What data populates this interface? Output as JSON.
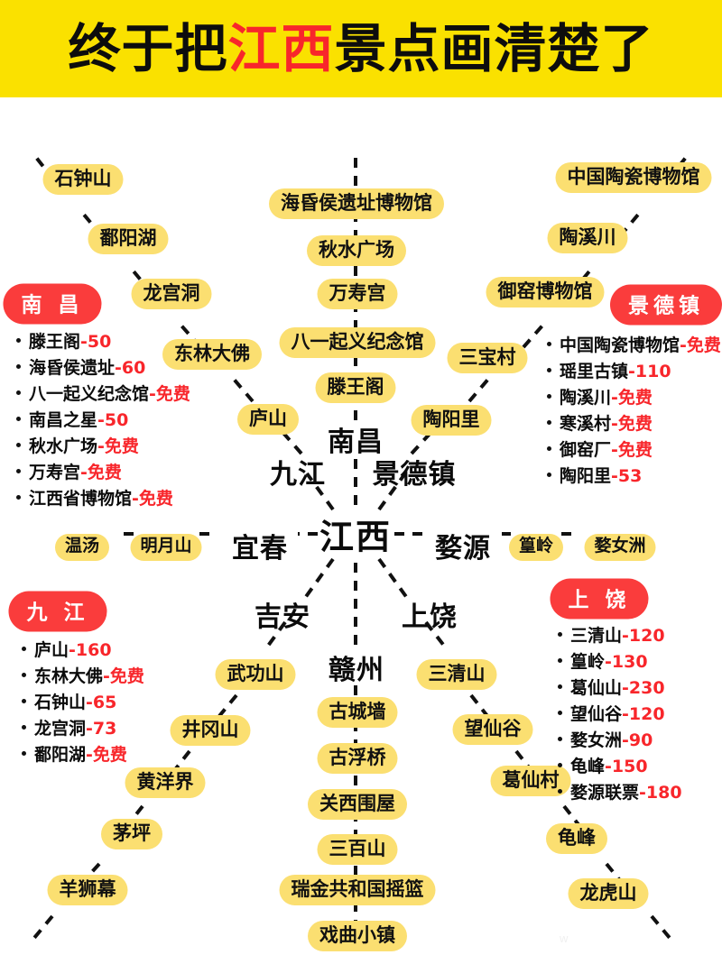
{
  "banner": {
    "title_parts": [
      {
        "text": "终于把",
        "highlight": false
      },
      {
        "text": "江西",
        "highlight": true
      },
      {
        "text": "景点画清楚了",
        "highlight": false
      }
    ],
    "full_title": "终于把江西景点画清楚了",
    "background_color": "#FAE100",
    "highlight_color": "#F8262B"
  },
  "colors": {
    "pill_yellow": "#FBDF71",
    "badge_red": "#FA3C3C",
    "price_red": "#F8262B",
    "text_black": "#0B0B0B",
    "page_background": "#FFFFFF"
  },
  "hub": {
    "label": "江西"
  },
  "cities": [
    {
      "id": "nanchang",
      "label": "南昌"
    },
    {
      "id": "jiujiang",
      "label": "九江"
    },
    {
      "id": "jingdezhen",
      "label": "景德镇"
    },
    {
      "id": "yichun",
      "label": "宜春"
    },
    {
      "id": "wuyuan",
      "label": "婺源"
    },
    {
      "id": "jian",
      "label": "吉安"
    },
    {
      "id": "ganzhou",
      "label": "赣州"
    },
    {
      "id": "shangrao",
      "label": "上饶"
    }
  ],
  "spots": {
    "nanchang": [
      "海昏侯遗址博物馆",
      "秋水广场",
      "万寿宫",
      "八一起义纪念馆",
      "滕王阁"
    ],
    "jiujiang": [
      "石钟山",
      "鄱阳湖",
      "龙宫洞",
      "东林大佛",
      "庐山"
    ],
    "jingdezhen": [
      "中国陶瓷博物馆",
      "陶溪川",
      "御窑博物馆",
      "三宝村",
      "陶阳里"
    ],
    "yichun": [
      "温汤",
      "明月山"
    ],
    "wuyuan": [
      "篁岭",
      "婺女洲"
    ],
    "jian": [
      "武功山",
      "井冈山",
      "黄洋界",
      "茅坪",
      "羊狮幕"
    ],
    "ganzhou": [
      "古城墙",
      "古浮桥",
      "关西围屋",
      "三百山",
      "瑞金共和国摇篮",
      "戏曲小镇"
    ],
    "shangrao": [
      "三清山",
      "望仙谷",
      "葛仙村",
      "龟峰",
      "龙虎山"
    ]
  },
  "panels": [
    {
      "id": "nanchang-panel",
      "badge": "南 昌",
      "items": [
        {
          "name": "滕王阁",
          "price": "-50"
        },
        {
          "name": "海昏侯遗址",
          "price": "-60"
        },
        {
          "name": "八一起义纪念馆",
          "price": "-免费"
        },
        {
          "name": "南昌之星",
          "price": "-50"
        },
        {
          "name": "秋水广场",
          "price": "-免费"
        },
        {
          "name": "万寿宫",
          "price": "-免费"
        },
        {
          "name": "江西省博物馆",
          "price": "-免费"
        }
      ]
    },
    {
      "id": "jingdezhen-panel",
      "badge": "景德镇",
      "items": [
        {
          "name": "中国陶瓷博物馆",
          "price": "-免费"
        },
        {
          "name": "瑶里古镇",
          "price": "-110"
        },
        {
          "name": "陶溪川",
          "price": "-免费"
        },
        {
          "name": "寒溪村",
          "price": "-免费"
        },
        {
          "name": "御窑厂",
          "price": "-免费"
        },
        {
          "name": "陶阳里",
          "price": "-53"
        }
      ]
    },
    {
      "id": "jiujiang-panel",
      "badge": "九 江",
      "items": [
        {
          "name": "庐山",
          "price": "-160"
        },
        {
          "name": "东林大佛",
          "price": "-免费"
        },
        {
          "name": "石钟山",
          "price": "-65"
        },
        {
          "name": "龙宫洞",
          "price": "-73"
        },
        {
          "name": "鄱阳湖",
          "price": "-免费"
        }
      ]
    },
    {
      "id": "shangrao-panel",
      "badge": "上 饶",
      "items": [
        {
          "name": "三清山",
          "price": "-120"
        },
        {
          "name": "篁岭",
          "price": "-130"
        },
        {
          "name": "葛仙山",
          "price": "-230"
        },
        {
          "name": "望仙谷",
          "price": "-120"
        },
        {
          "name": "婺女洲",
          "price": "-90"
        },
        {
          "name": "龟峰",
          "price": "-150"
        },
        {
          "name": "婺源联票",
          "price": "-180"
        }
      ]
    }
  ],
  "watermark": "w"
}
